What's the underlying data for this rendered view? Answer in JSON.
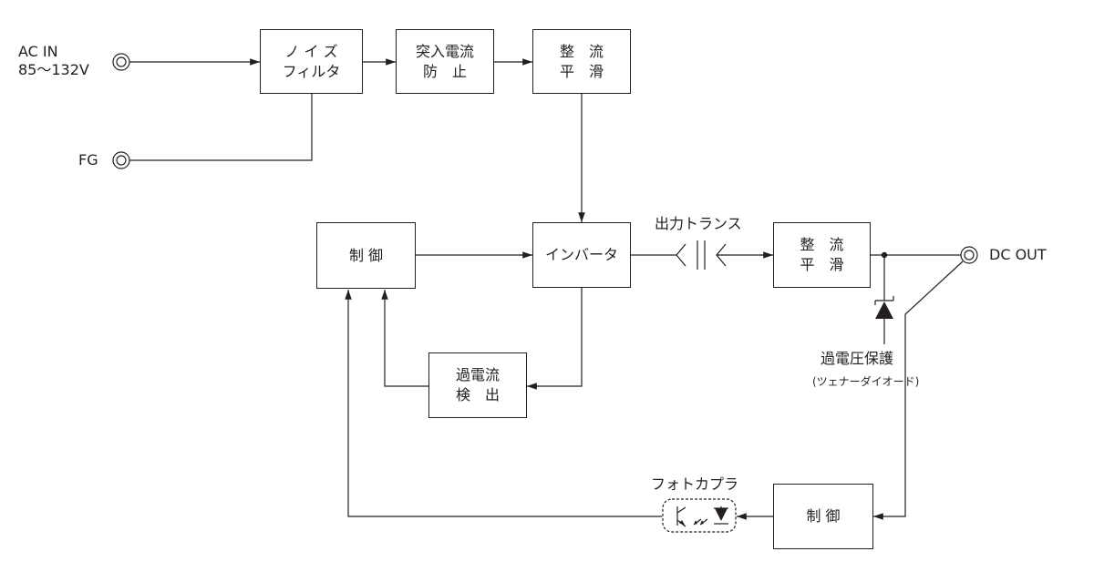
{
  "terminals": {
    "ac_in": "AC IN\n85～132V",
    "fg": "FG",
    "dc_out": "DC OUT"
  },
  "blocks": {
    "noise_filter": "ノ イ ズ\nフィルタ",
    "inrush": "突入電流\n防　止",
    "rectifier_in": "整　流\n平　滑",
    "control_primary": "制 御",
    "inverter": "インバータ",
    "overcurrent": "過電流\n検　出",
    "rectifier_out": "整　流\n平　滑",
    "control_secondary": "制 御"
  },
  "labels": {
    "output_transformer": "出力トランス",
    "overvoltage": "過電圧保護",
    "zener": "(ツェナーダイオード)",
    "photocoupler": "フォトカプラ"
  }
}
